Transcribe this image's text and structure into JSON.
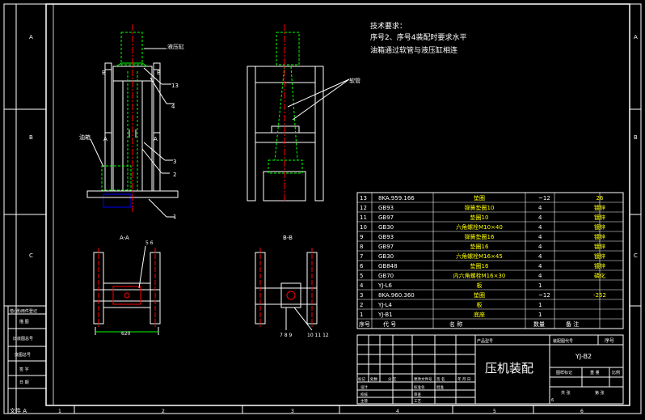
{
  "tech_requirements": {
    "title": "技术要求：",
    "line1": "序号2、序号4装配时要求水平",
    "line2": "油箱通过软管与液压缸相连"
  },
  "labels": {
    "cylinder": "液压缸",
    "oil_tank": "油箱",
    "hose": "软管",
    "section_aa": "A-A",
    "section_bb": "B-B",
    "sec_b": "B",
    "sec_a": "A",
    "dim_620": "620",
    "dim_56": "5 6",
    "dim_789": "7 8 9",
    "dim_101112": "10 11 12"
  },
  "callouts": [
    "13",
    "4",
    "3",
    "2",
    "1"
  ],
  "zones_left": [
    "A",
    "B",
    "C"
  ],
  "zones_bottom": [
    "1",
    "2",
    "3",
    "4",
    "5",
    "6"
  ],
  "bom": {
    "rows": [
      {
        "no": "13",
        "code": "8KA.959.166",
        "name": "垫圈",
        "qty": "~12",
        "mat": "26",
        "note": ""
      },
      {
        "no": "12",
        "code": "GB93",
        "name": "弹簧垫圈10",
        "qty": "4",
        "mat": "镀锌",
        "note": ""
      },
      {
        "no": "11",
        "code": "GB97",
        "name": "垫圈10",
        "qty": "4",
        "mat": "镀锌",
        "note": ""
      },
      {
        "no": "10",
        "code": "GB30",
        "name": "六角螺栓M10×40",
        "qty": "4",
        "mat": "镀锌",
        "note": ""
      },
      {
        "no": "9",
        "code": "GB93",
        "name": "弹簧垫圈16",
        "qty": "4",
        "mat": "镀锌",
        "note": ""
      },
      {
        "no": "8",
        "code": "GB97",
        "name": "垫圈16",
        "qty": "4",
        "mat": "镀锌",
        "note": ""
      },
      {
        "no": "7",
        "code": "GB30",
        "name": "六角螺栓M16×45",
        "qty": "4",
        "mat": "镀锌",
        "note": ""
      },
      {
        "no": "6",
        "code": "GB848",
        "name": "垫圈16",
        "qty": "4",
        "mat": "镀锌",
        "note": ""
      },
      {
        "no": "5",
        "code": "GB70",
        "name": "内六角螺栓M16×30",
        "qty": "4",
        "mat": "磷化",
        "note": ""
      },
      {
        "no": "4",
        "code": "YJ-L6",
        "name": "板",
        "qty": "1",
        "mat": "",
        "note": ""
      },
      {
        "no": "3",
        "code": "8KA.960.360",
        "name": "垫圈",
        "qty": "~12",
        "mat": "-252",
        "note": ""
      },
      {
        "no": "2",
        "code": "YJ-L4",
        "name": "板",
        "qty": "1",
        "mat": "",
        "note": ""
      },
      {
        "no": "1",
        "code": "YJ-B1",
        "name": "底座",
        "qty": "1",
        "mat": "",
        "note": ""
      }
    ],
    "header": {
      "no": "序号",
      "code": "代    号",
      "name": "名          称",
      "qty": "数量",
      "note": "备    注"
    }
  },
  "title_block": {
    "product_type": "产品型号",
    "drawing_code_label": "装配图代号",
    "seq_label": "序号",
    "drawing_code": "YJ-B2",
    "title": "压机装配",
    "stage_mark": "图样标记",
    "weight": "重  量",
    "scale": "比例",
    "sheets": "共  张",
    "sheet": "第  张",
    "rev_labels": [
      "标记",
      "处数",
      "分  区",
      "更改文件号",
      "签  名",
      "年 月 日"
    ],
    "rows": [
      "设计",
      "标准化",
      "校核",
      "审查",
      "主管",
      "工艺",
      "批准"
    ],
    "six": "6"
  },
  "left_strip": [
    "借(通)用件登记",
    "描  图",
    "旧底图总号",
    "底图总号",
    "签  字",
    "日  期"
  ],
  "left_bottom": "文件 A"
}
